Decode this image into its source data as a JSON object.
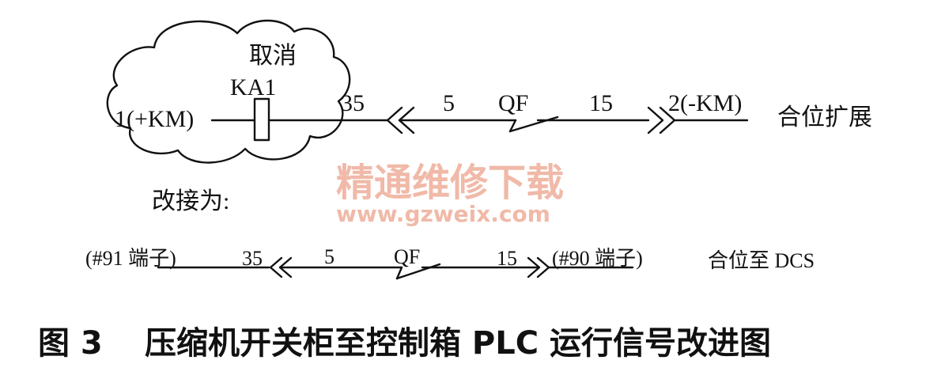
{
  "top_circuit": {
    "cloud_label": "取消",
    "relay": "KA1",
    "left_terminal": "1(+KM)",
    "wire_left": "35",
    "wire_mid": "5",
    "breaker": "QF",
    "wire_right": "15",
    "right_terminal": "2(-KM)",
    "description": "合位扩展"
  },
  "watermark": {
    "name": "精通维修下载",
    "url": "www.gzweix.com"
  },
  "change_label": "改接为:",
  "bottom_circuit": {
    "left_terminal": "(#91 端子)",
    "wire_left": "35",
    "wire_mid": "5",
    "breaker": "QF",
    "wire_right": "15",
    "right_terminal": "(#90 端子)",
    "description": "合位至 DCS"
  },
  "caption": {
    "figure_no": "图 3",
    "title": "压缩机开关柜至控制箱 PLC 运行信号改进图"
  },
  "colors": {
    "ink": "#111111",
    "watermark": "#f0b9a8",
    "background": "#ffffff"
  }
}
